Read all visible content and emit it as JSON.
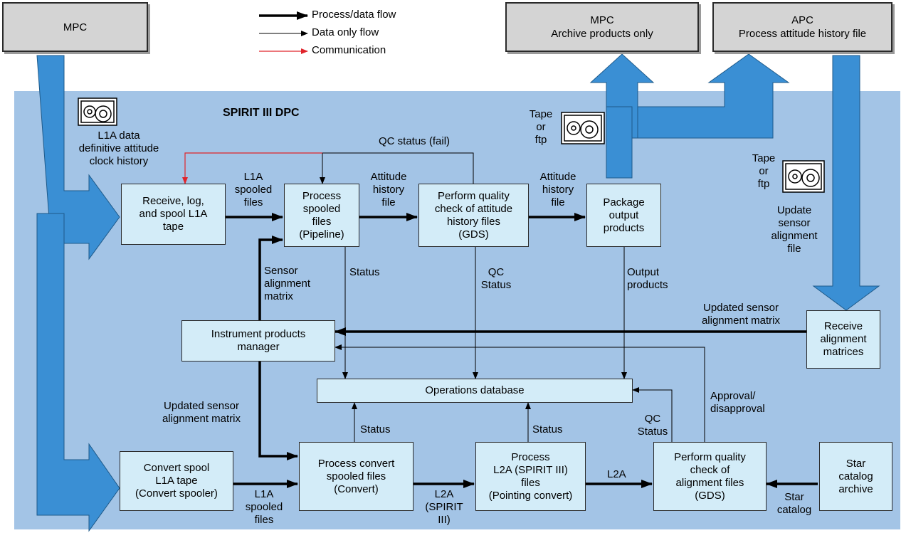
{
  "title": "SPIRIT III DPC",
  "legend": {
    "process_data_flow": "Process/data flow",
    "data_only_flow": "Data only flow",
    "communication": "Communication"
  },
  "colors": {
    "background_panel": "#a3c4e6",
    "fat_arrow": "#3a8fd4",
    "box_fill": "#d3ecf8",
    "external_fill": "#d4d4d4",
    "communication": "#e0242b"
  },
  "external": {
    "mpc_source": "MPC",
    "mpc_archive": "MPC\nArchive products only",
    "apc": "APC\nProcess attitude history file"
  },
  "boxes": {
    "receive_log_spool": "Receive, log,\nand spool L1A\ntape",
    "process_spooled": "Process\nspooled\nfiles\n(Pipeline)",
    "qc_attitude": "Perform quality\ncheck of attitude\nhistory files\n(GDS)",
    "package_output": "Package\noutput\nproducts",
    "instrument_products_manager": "Instrument products\nmanager",
    "receive_alignment": "Receive\nalignment\nmatrices",
    "operations_db": "Operations database",
    "convert_spool": "Convert spool\nL1A tape\n(Convert spooler)",
    "process_convert": "Process convert\nspooled files\n(Convert)",
    "process_l2a": "Process\nL2A (SPIRIT III)\nfiles\n(Pointing convert)",
    "qc_alignment": "Perform quality\ncheck of\nalignment files\n(GDS)",
    "star_catalog_archive": "Star\ncatalog\narchive"
  },
  "labels": {
    "l1a_data": "L1A data\ndefinitive attitude\nclock history",
    "tape_or_ftp_1": "Tape\nor\nftp",
    "tape_or_ftp_2": "Tape\nor\nftp",
    "update_sensor": "Update\nsensor\nalignment\nfile",
    "qc_status_fail": "QC status (fail)",
    "l1a_spooled_1": "L1A\nspooled\nfiles",
    "attitude_history_1": "Attitude\nhistory\nfile",
    "attitude_history_2": "Attitude\nhistory\nfile",
    "status_1": "Status",
    "qc_status_1": "QC\nStatus",
    "output_products": "Output\nproducts",
    "sensor_alignment_matrix": "Sensor\nalignment\nmatrix",
    "updated_sensor_1": "Updated sensor\nalignment matrix",
    "updated_sensor_2": "Updated sensor\nalignment matrix",
    "status_2": "Status",
    "status_3": "Status",
    "qc_status_2": "QC\nStatus",
    "approval": "Approval/\ndisapproval",
    "l1a_spooled_2": "L1A\nspooled\nfiles",
    "l2a_spirit": "L2A\n(SPIRIT\nIII)",
    "l2a": "L2A",
    "star_catalog": "Star\ncatalog"
  },
  "icons": [
    "tape-reel-icon",
    "tape-reel-icon",
    "tape-reel-icon"
  ]
}
